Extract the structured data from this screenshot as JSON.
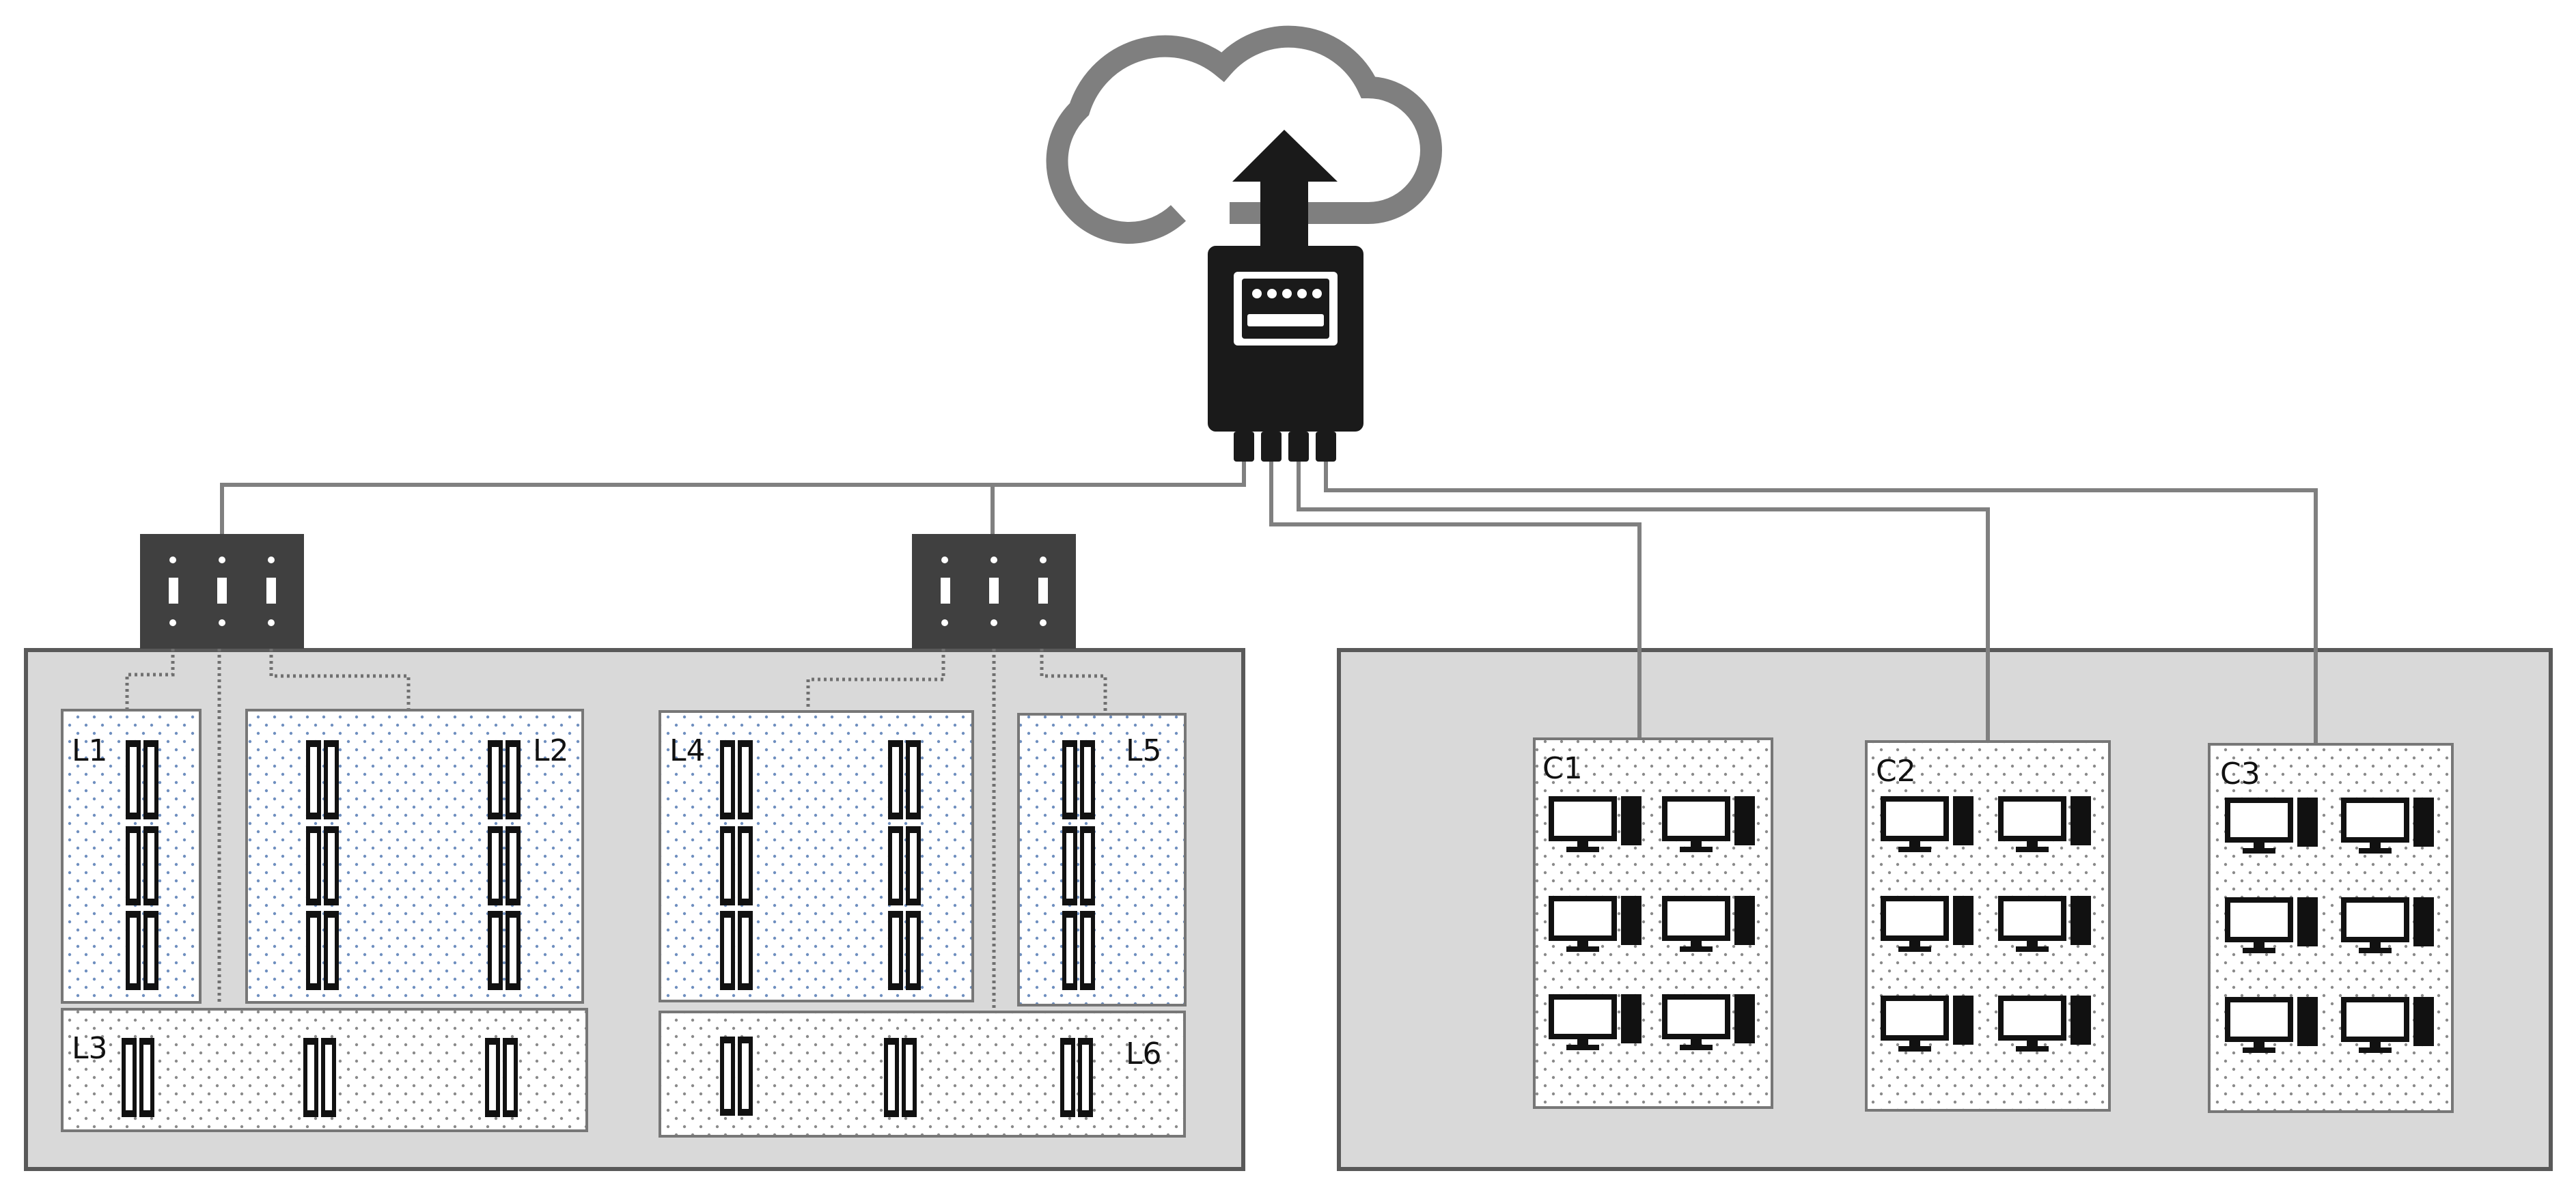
{
  "zones": {
    "lighting": [
      {
        "id": "L1",
        "label": "L1"
      },
      {
        "id": "L2",
        "label": "L2"
      },
      {
        "id": "L3",
        "label": "L3"
      },
      {
        "id": "L4",
        "label": "L4"
      },
      {
        "id": "L5",
        "label": "L5"
      },
      {
        "id": "L6",
        "label": "L6"
      }
    ],
    "computers": [
      {
        "id": "C1",
        "label": "C1"
      },
      {
        "id": "C2",
        "label": "C2"
      },
      {
        "id": "C3",
        "label": "C3"
      }
    ]
  },
  "icons": {
    "cloud": "cloud-upload-icon",
    "meter": "smart-meter-icon",
    "switch": "wall-switch-icon",
    "lamp": "fluorescent-tube-icon",
    "computer": "desktop-computer-icon"
  },
  "colors": {
    "meter": "#1a1a1a",
    "cloud": "#7f7f7f",
    "switch_panel": "#404040",
    "room_fill": "#d9d9d9",
    "room_border": "#595959",
    "wire": "#808080",
    "zone_dots": "#6f8fbf"
  }
}
